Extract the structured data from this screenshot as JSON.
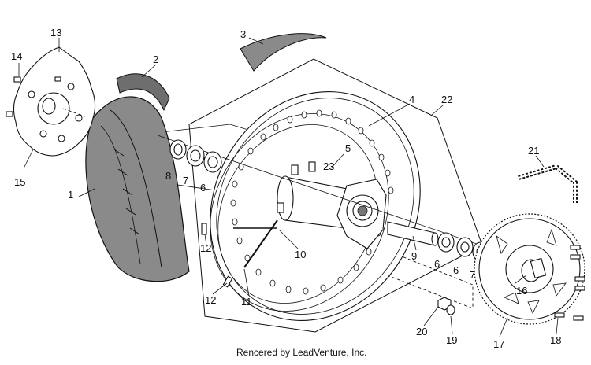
{
  "credit": "Rencered by LeadVenture, Inc.",
  "callouts": {
    "c1": "1",
    "c2": "2",
    "c3": "3",
    "c4": "4",
    "c5": "5",
    "c6a": "6",
    "c6b": "6",
    "c6c": "6",
    "c7a": "7",
    "c7b": "7",
    "c8": "8",
    "c9": "9",
    "c10": "10",
    "c11": "11",
    "c12a": "12",
    "c12b": "12",
    "c13": "13",
    "c14": "14",
    "c15": "15",
    "c16": "16",
    "c17": "17",
    "c18": "18",
    "c19": "19",
    "c20": "20",
    "c21": "21",
    "c22": "22",
    "c23": "23"
  },
  "colors": {
    "tire_fill": "#8a8a8a",
    "line": "#111111",
    "background": "#ffffff"
  }
}
